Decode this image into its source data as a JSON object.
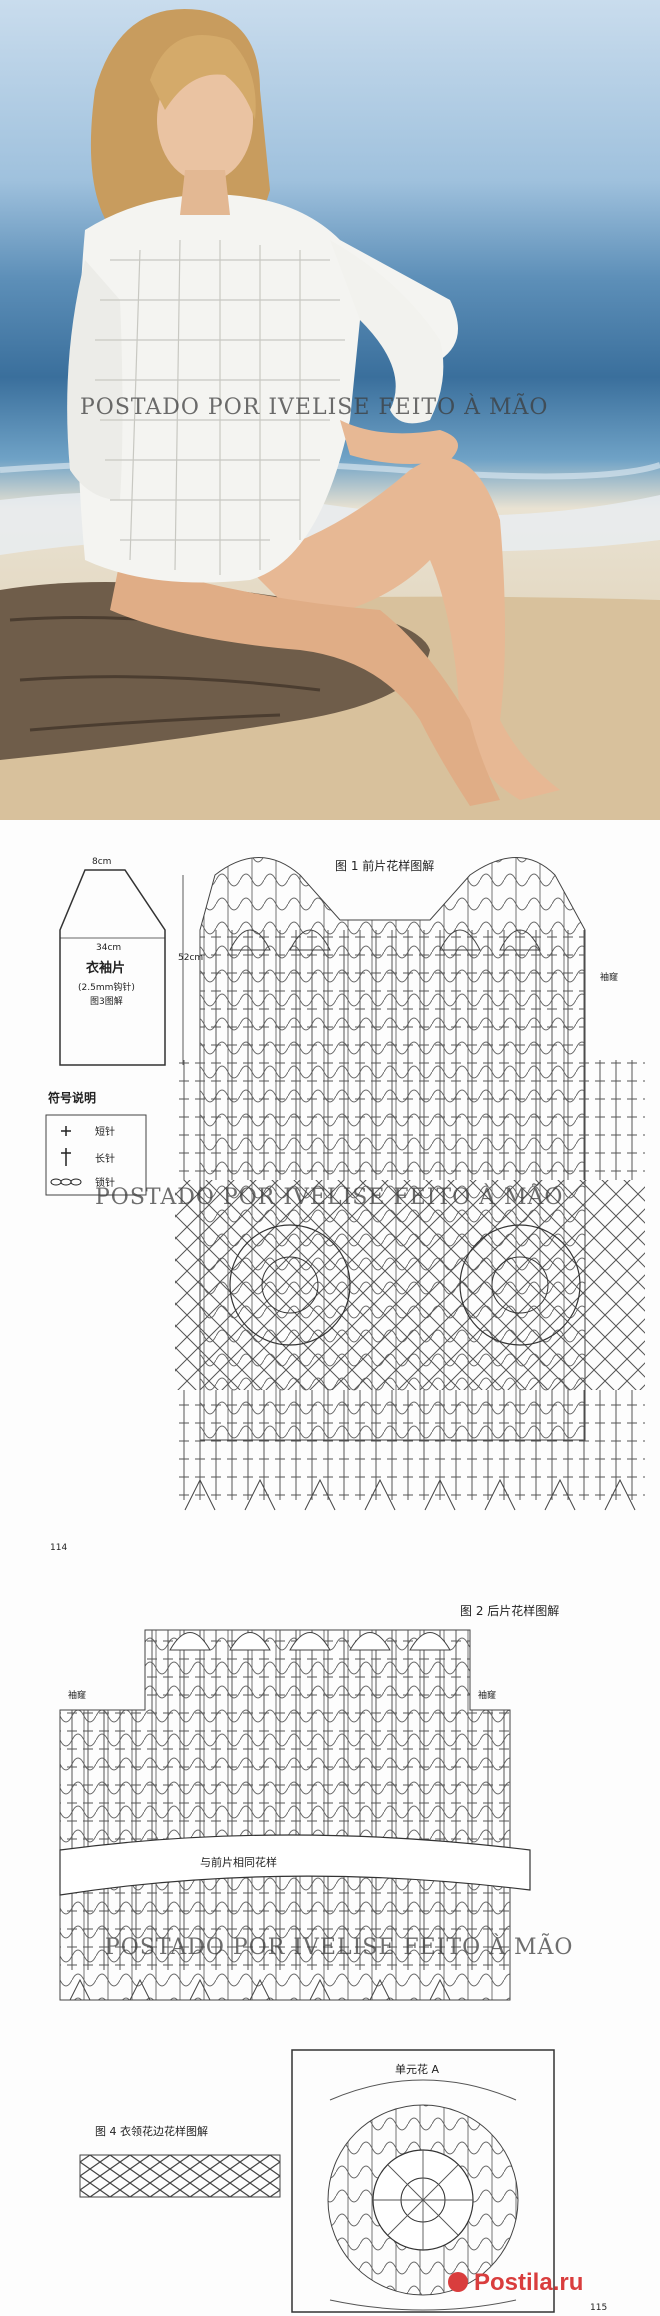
{
  "watermark": "POSTADO POR IVELISE FEITO À MÃO",
  "sleeve": {
    "top_width": "8cm",
    "width": "34cm",
    "length": "52cm",
    "title": "衣袖片",
    "note_line1": "(2.5mm钩针)",
    "note_line2": "图3图解"
  },
  "legend": {
    "title": "符号说明",
    "items": [
      "短针",
      "长针",
      "锁针"
    ]
  },
  "figure1": {
    "title": "图 1  前片花样图解",
    "side_label": "袖窿",
    "page_number": "114"
  },
  "figure2": {
    "title": "图 2  后片花样图解",
    "side_label": "袖窿",
    "band_text": "与前片相同花样"
  },
  "figure4": {
    "title": "图 4  衣领花边花样图解"
  },
  "motif": {
    "title": "单元花 A",
    "page_number": "115"
  },
  "site_logo": "Postila.ru"
}
